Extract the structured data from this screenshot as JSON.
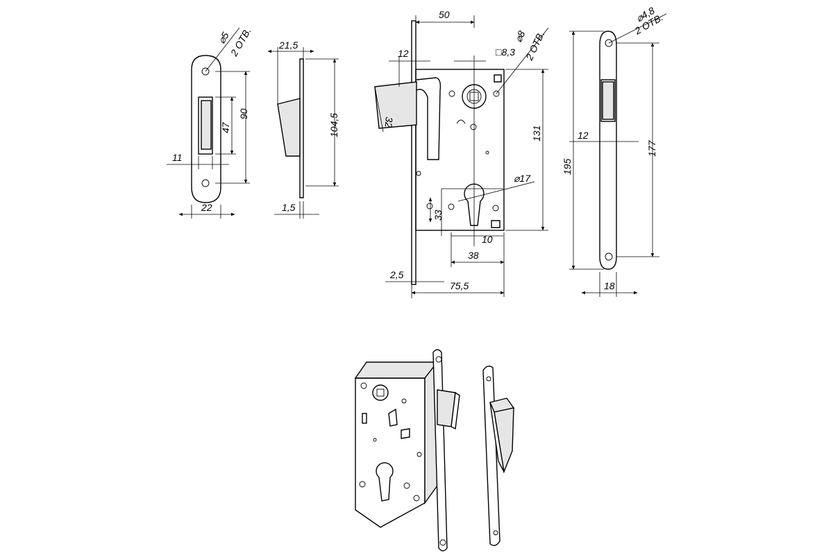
{
  "dimensions": {
    "strike_front": {
      "hole_diameter": "5",
      "holes_note": "2 ОТВ.",
      "height": "90",
      "window_height": "47",
      "offset": "11",
      "width": "22"
    },
    "strike_side": {
      "depth": "21,5",
      "height": "104,5",
      "thickness": "1,5"
    },
    "lock_body": {
      "backset": "50",
      "latch_offset": "12",
      "spindle_square": "8,3",
      "hole_diameter": "8",
      "holes_note": "2 ОТВ.",
      "latch_height": "32",
      "body_height": "131",
      "cylinder_diameter": "17",
      "cylinder_offset": "33",
      "cylinder_center": "10",
      "cylinder_width": "38",
      "plate_thickness": "2,5",
      "total_width": "75,5"
    },
    "faceplate": {
      "hole_diameter": "4,8",
      "holes_note": "2 ОТВ.",
      "total_height": "195",
      "width_inner": "12",
      "hole_spacing": "177",
      "width": "18"
    }
  }
}
